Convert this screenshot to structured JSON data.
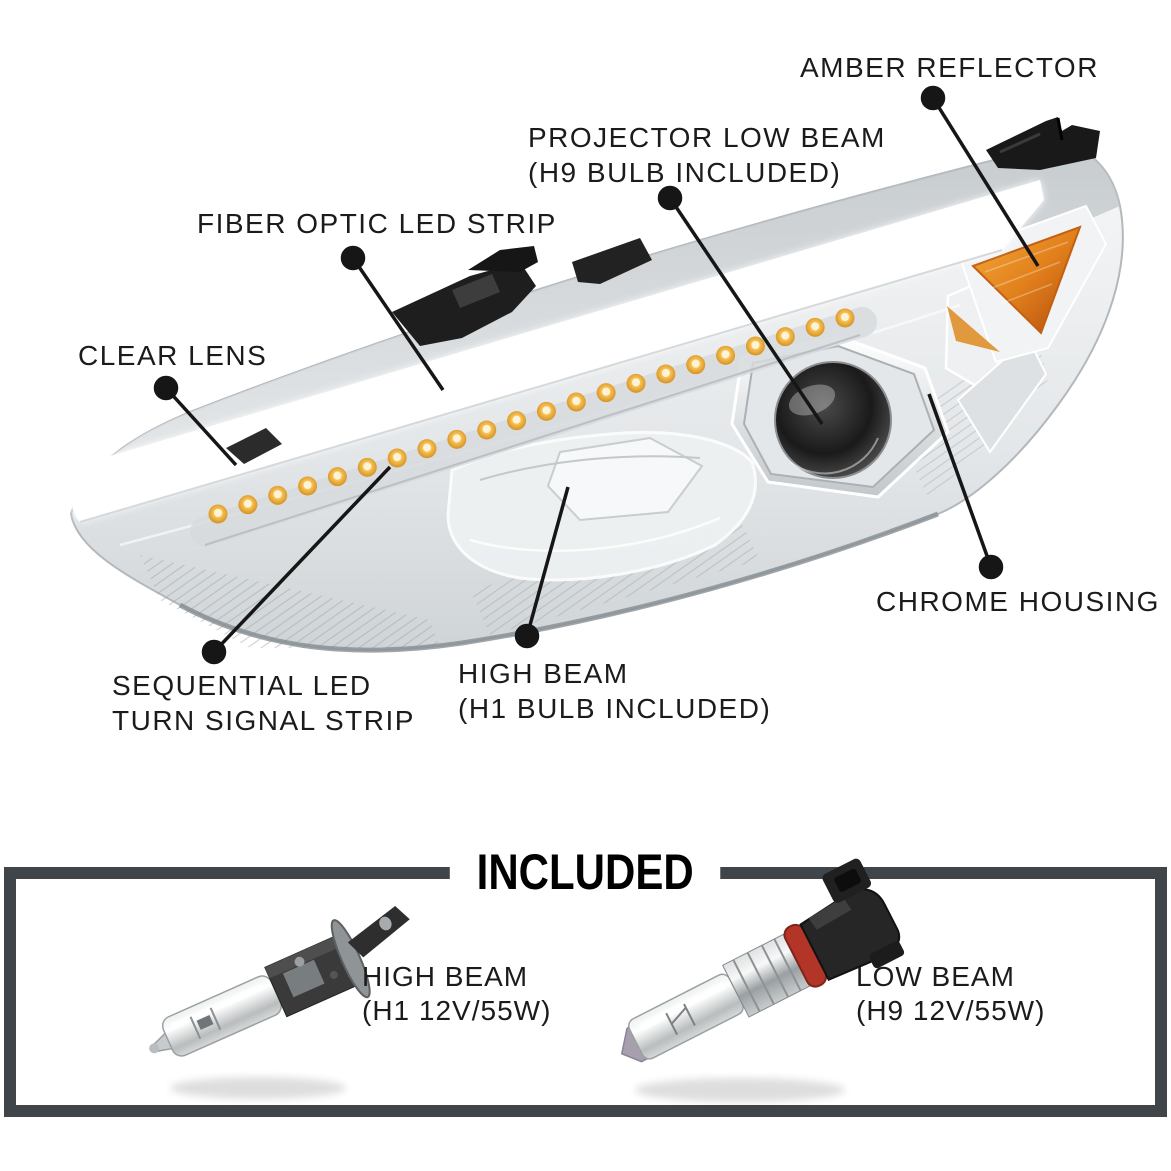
{
  "diagram": {
    "type": "annotated-product-diagram",
    "product": "projector headlight assembly",
    "sequential_led_count": 22,
    "callouts": [
      {
        "label": "AMBER REFLECTOR"
      },
      {
        "label": "PROJECTOR LOW BEAM",
        "label2": "(H9 BULB INCLUDED)"
      },
      {
        "label": "FIBER OPTIC LED STRIP"
      },
      {
        "label": "CLEAR LENS"
      },
      {
        "label": "CHROME HOUSING"
      },
      {
        "label": "SEQUENTIAL LED",
        "label2": "TURN SIGNAL STRIP"
      },
      {
        "label": "HIGH BEAM",
        "label2": "(H1 BULB INCLUDED)"
      }
    ]
  },
  "included": {
    "title": "INCLUDED",
    "items": [
      {
        "name": "HIGH BEAM",
        "spec": "(H1 12V/55W)"
      },
      {
        "name": "LOW BEAM",
        "spec": "(H9 12V/55W)"
      }
    ]
  },
  "colors": {
    "label_text": "#1b1b1b",
    "callout_line": "#161616",
    "box_border": "#3f4549",
    "amber_reflector": "#e2811c",
    "led_amber": "#eaa733",
    "oring_red": "#b23527",
    "background": "#ffffff"
  }
}
